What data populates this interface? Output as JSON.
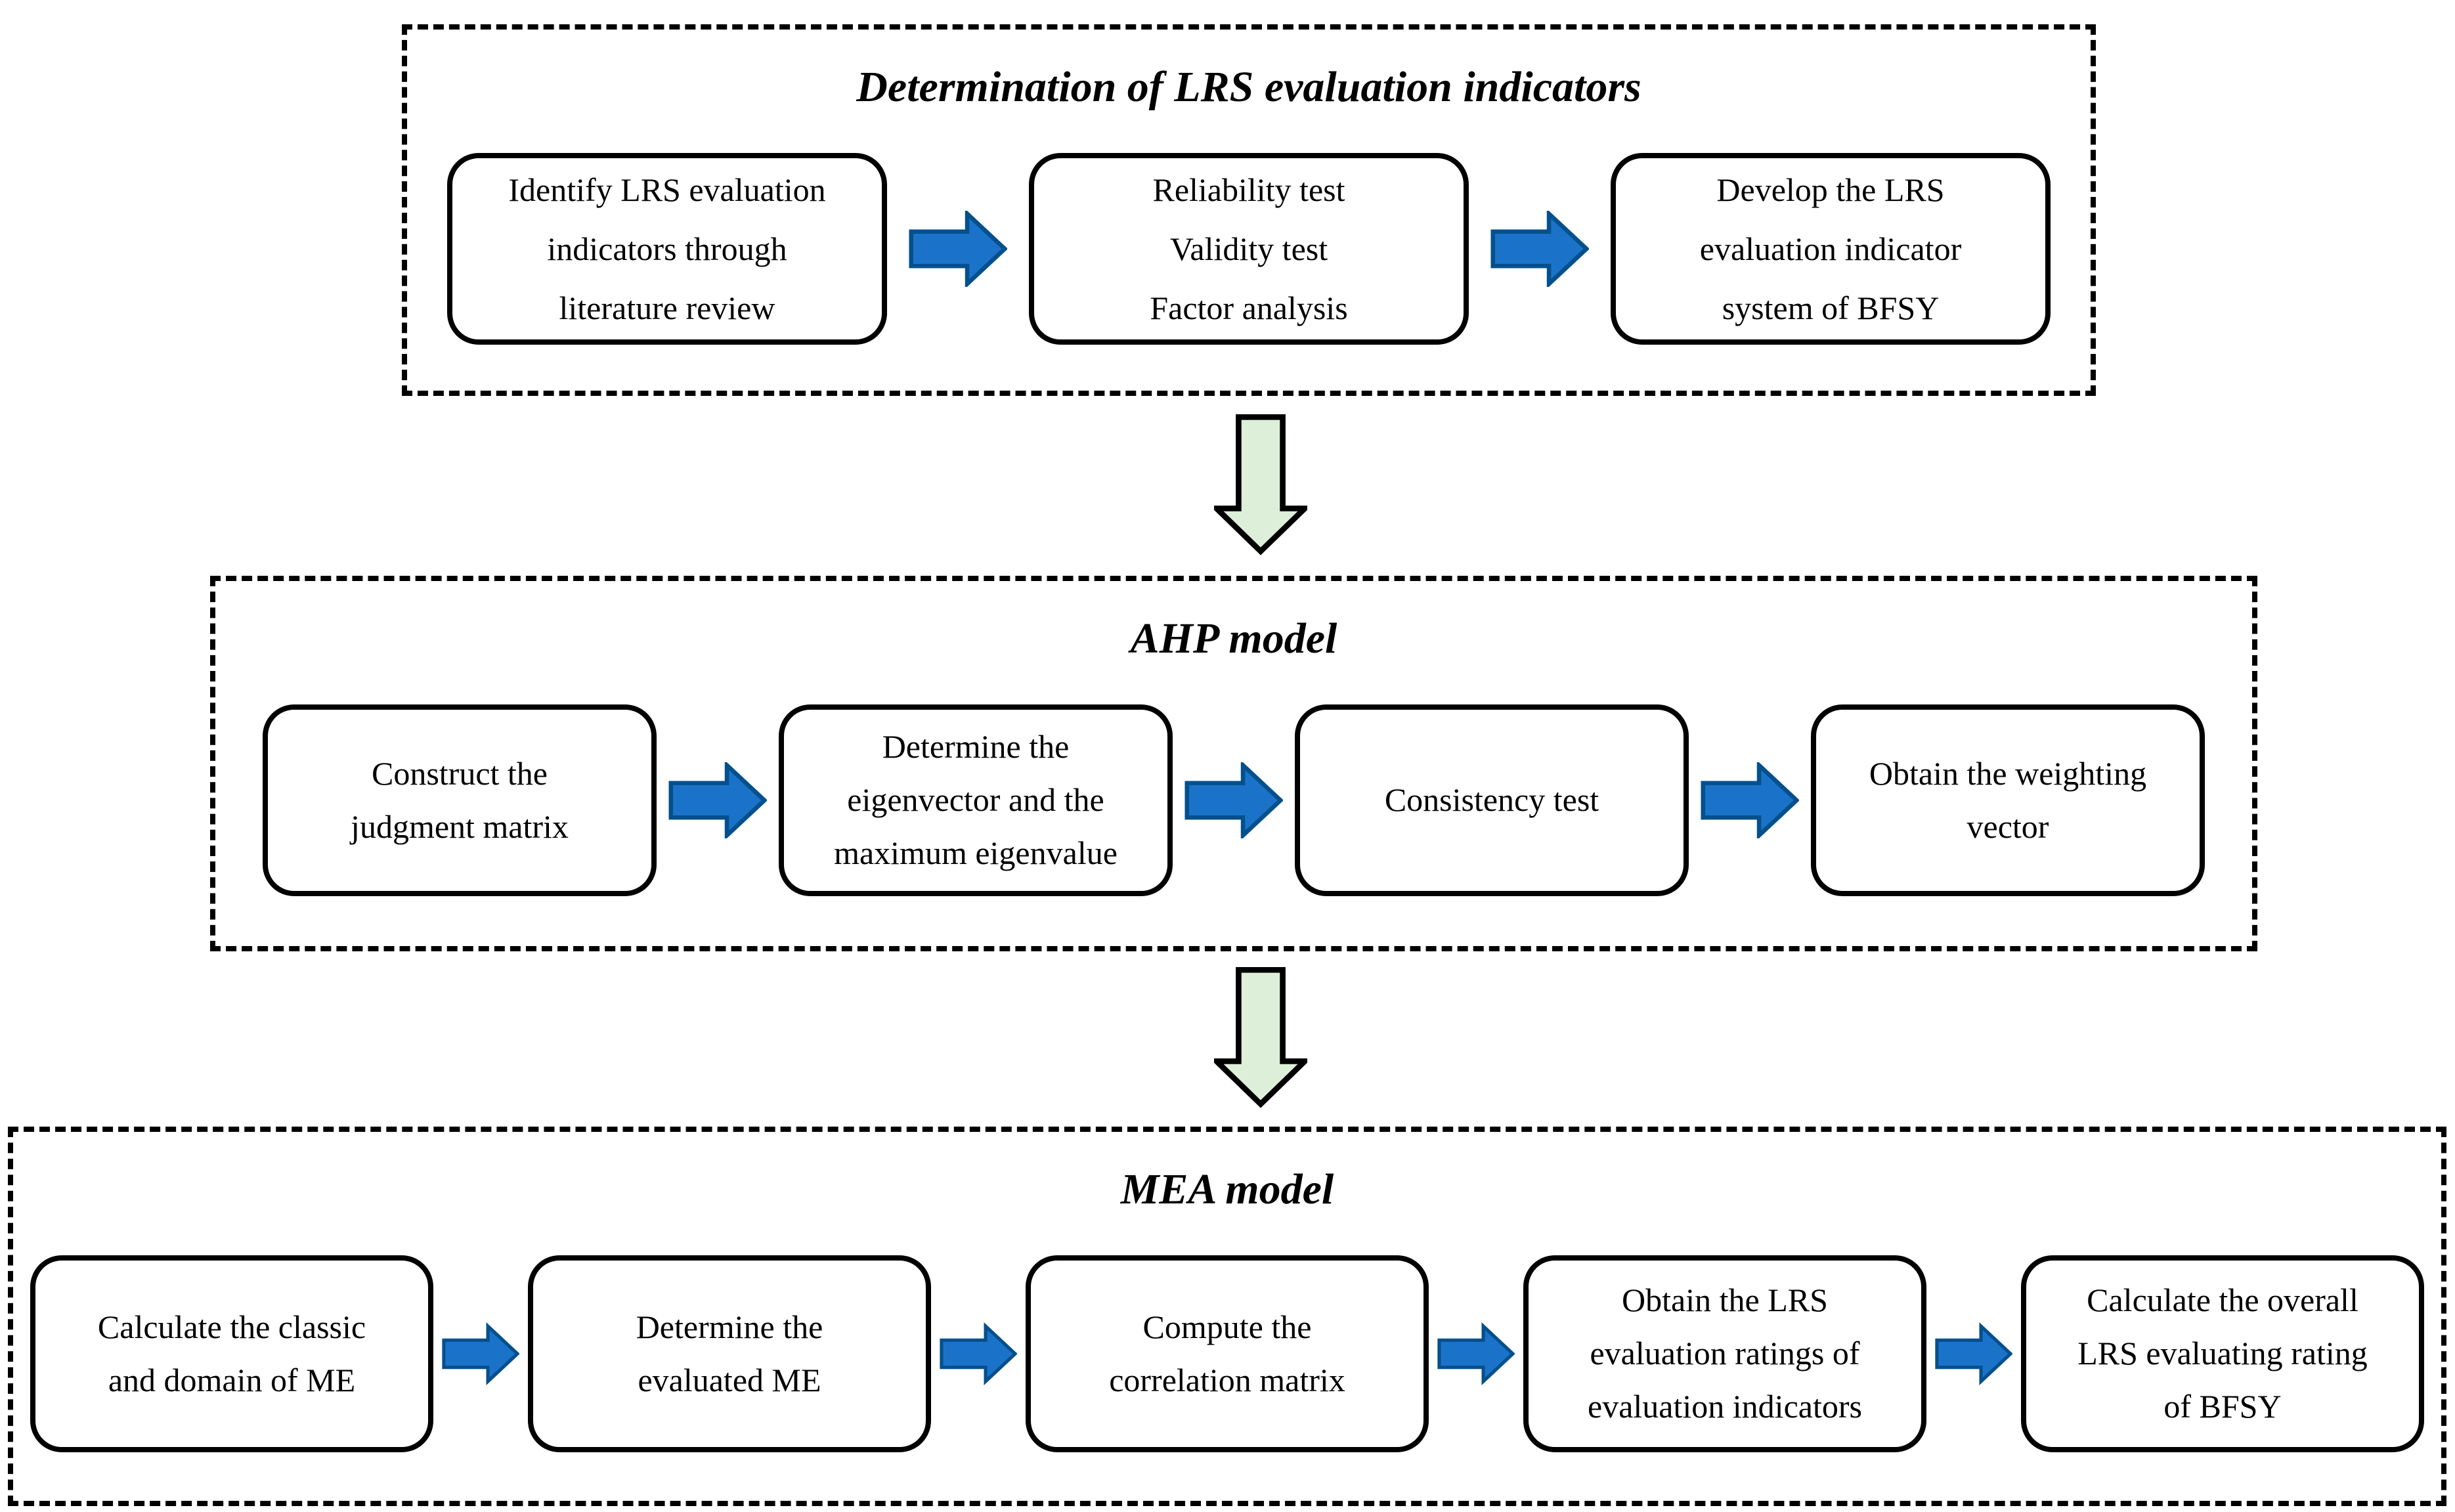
{
  "colors": {
    "arrow_blue": "#1b73c9",
    "arrow_blue_dark": "#04508c",
    "arrow_green": "#ddefd8",
    "ink": "#000000",
    "bg": "#ffffff"
  },
  "sections": [
    {
      "title": "Determination of LRS evaluation indicators",
      "steps": [
        "Identify LRS evaluation\nindicators through\nliterature review",
        "Reliability test\nValidity test\nFactor analysis",
        "Develop the LRS\nevaluation indicator\nsystem of BFSY"
      ]
    },
    {
      "title": "AHP model",
      "steps": [
        "Construct the\njudgment matrix",
        "Determine the\neigenvector and the\nmaximum eigenvalue",
        "Consistency test",
        "Obtain the weighting\nvector"
      ]
    },
    {
      "title": "MEA model",
      "steps": [
        "Calculate the classic\nand domain of ME",
        "Determine the\nevaluated ME",
        "Compute the\ncorrelation matrix",
        "Obtain the LRS\nevaluation ratings of\nevaluation indicators",
        "Calculate the overall\nLRS evaluating rating\nof BFSY"
      ]
    }
  ]
}
